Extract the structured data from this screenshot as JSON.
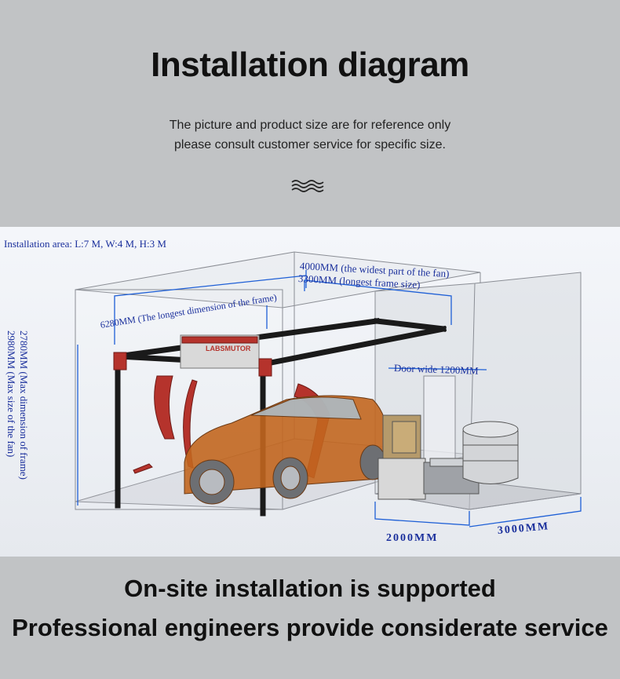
{
  "header": {
    "title": "Installation diagram",
    "subtitle_line1": "The picture and product size are for reference only",
    "subtitle_line2": "please consult customer service for specific size.",
    "divider_icon": "wave-lines-icon"
  },
  "diagram": {
    "installation_area": "Installation area: L:7 M, W:4 M, H:3 M",
    "fan_width": "4000MM (the widest part of the fan)",
    "frame_size": "3300MM (longest frame size)",
    "frame_length": "6280MM (The longest dimension of the frame)",
    "frame_height": "2780MM (Max dimension of frame)",
    "fan_height": "2980MM (Max size of the fan)",
    "door_width": "Door wide 1200MM",
    "equipment_room_width": "2000MM",
    "equipment_room_depth": "3000MM",
    "brand_logo": "LABSMUTOR",
    "colors": {
      "label_blue": "#1a2f9c",
      "dimension_line": "#1e5fd6",
      "frame_black": "#1a1a1a",
      "machine_red": "#b5332c",
      "car_orange": "#c2661f"
    }
  },
  "footer": {
    "line1": "On-site installation is supported",
    "line2": "Professional engineers provide considerate service"
  }
}
